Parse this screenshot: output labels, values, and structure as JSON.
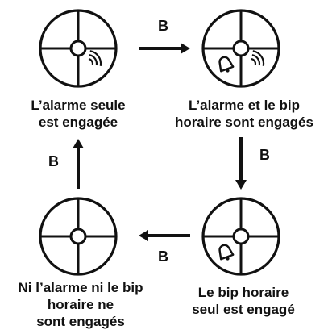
{
  "states": [
    {
      "id": "top-left",
      "label_lines": [
        "L’alarme seule",
        "est engagée"
      ],
      "alarm_icon": true,
      "bell_icon": false
    },
    {
      "id": "top-right",
      "label_lines": [
        "L’alarme et le bip",
        "horaire sont engagés"
      ],
      "alarm_icon": true,
      "bell_icon": true
    },
    {
      "id": "bottom-right",
      "label_lines": [
        "Le bip horaire",
        "seul est engagé"
      ],
      "alarm_icon": false,
      "bell_icon": true
    },
    {
      "id": "bottom-left",
      "label_lines": [
        "Ni l’alarme ni le bip",
        "horaire ne",
        "sont engagés"
      ],
      "alarm_icon": false,
      "bell_icon": false
    }
  ],
  "transitions": [
    {
      "from": "top-left",
      "to": "top-right",
      "button": "B"
    },
    {
      "from": "top-right",
      "to": "bottom-right",
      "button": "B"
    },
    {
      "from": "bottom-right",
      "to": "bottom-left",
      "button": "B"
    },
    {
      "from": "bottom-left",
      "to": "top-left",
      "button": "B"
    }
  ],
  "colors": {
    "ink": "#111111",
    "background": "#ffffff"
  }
}
